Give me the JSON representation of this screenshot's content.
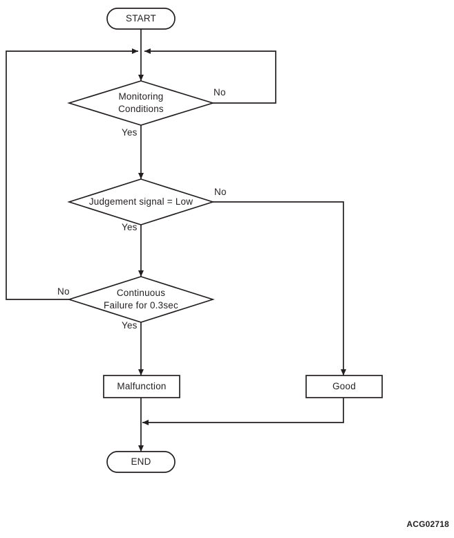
{
  "figure": {
    "code": "ACG02718",
    "background": "#ffffff",
    "line_color": "#231f20"
  },
  "nodes": {
    "start": "START",
    "monitoring": "Monitoring\nConditions",
    "judgement": "Judgement signal = Low",
    "continuous": "Continuous\nFailure for 0.3sec",
    "malfunction": "Malfunction",
    "good": "Good",
    "end": "END"
  },
  "edges": {
    "monitoring_yes": "Yes",
    "monitoring_no": "No",
    "judgement_yes": "Yes",
    "judgement_no": "No",
    "continuous_yes": "Yes",
    "continuous_no": "No"
  }
}
